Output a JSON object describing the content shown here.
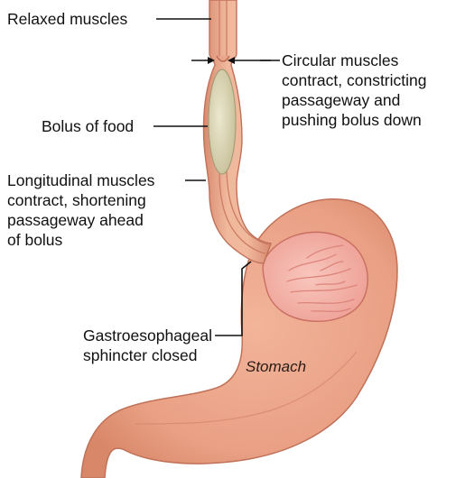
{
  "labels": {
    "relaxed_muscles": "Relaxed muscles",
    "circular_muscles": [
      "Circular muscles",
      "contract, constricting",
      "passageway and",
      "pushing bolus down"
    ],
    "bolus": "Bolus of food",
    "longitudinal": [
      "Longitudinal muscles",
      "contract, shortening",
      "passageway ahead",
      "of bolus"
    ],
    "sphincter": [
      "Gastroesophageal",
      "sphincter closed"
    ],
    "stomach": "Stomach"
  },
  "colors": {
    "tissue": "#e9a58b",
    "tissue_edge": "#c9775e",
    "stomach_interior": "#f3b3aa",
    "rugae": "#e58f86",
    "bolus": "#ddd8b8",
    "lumen": "#f7d3c2"
  }
}
